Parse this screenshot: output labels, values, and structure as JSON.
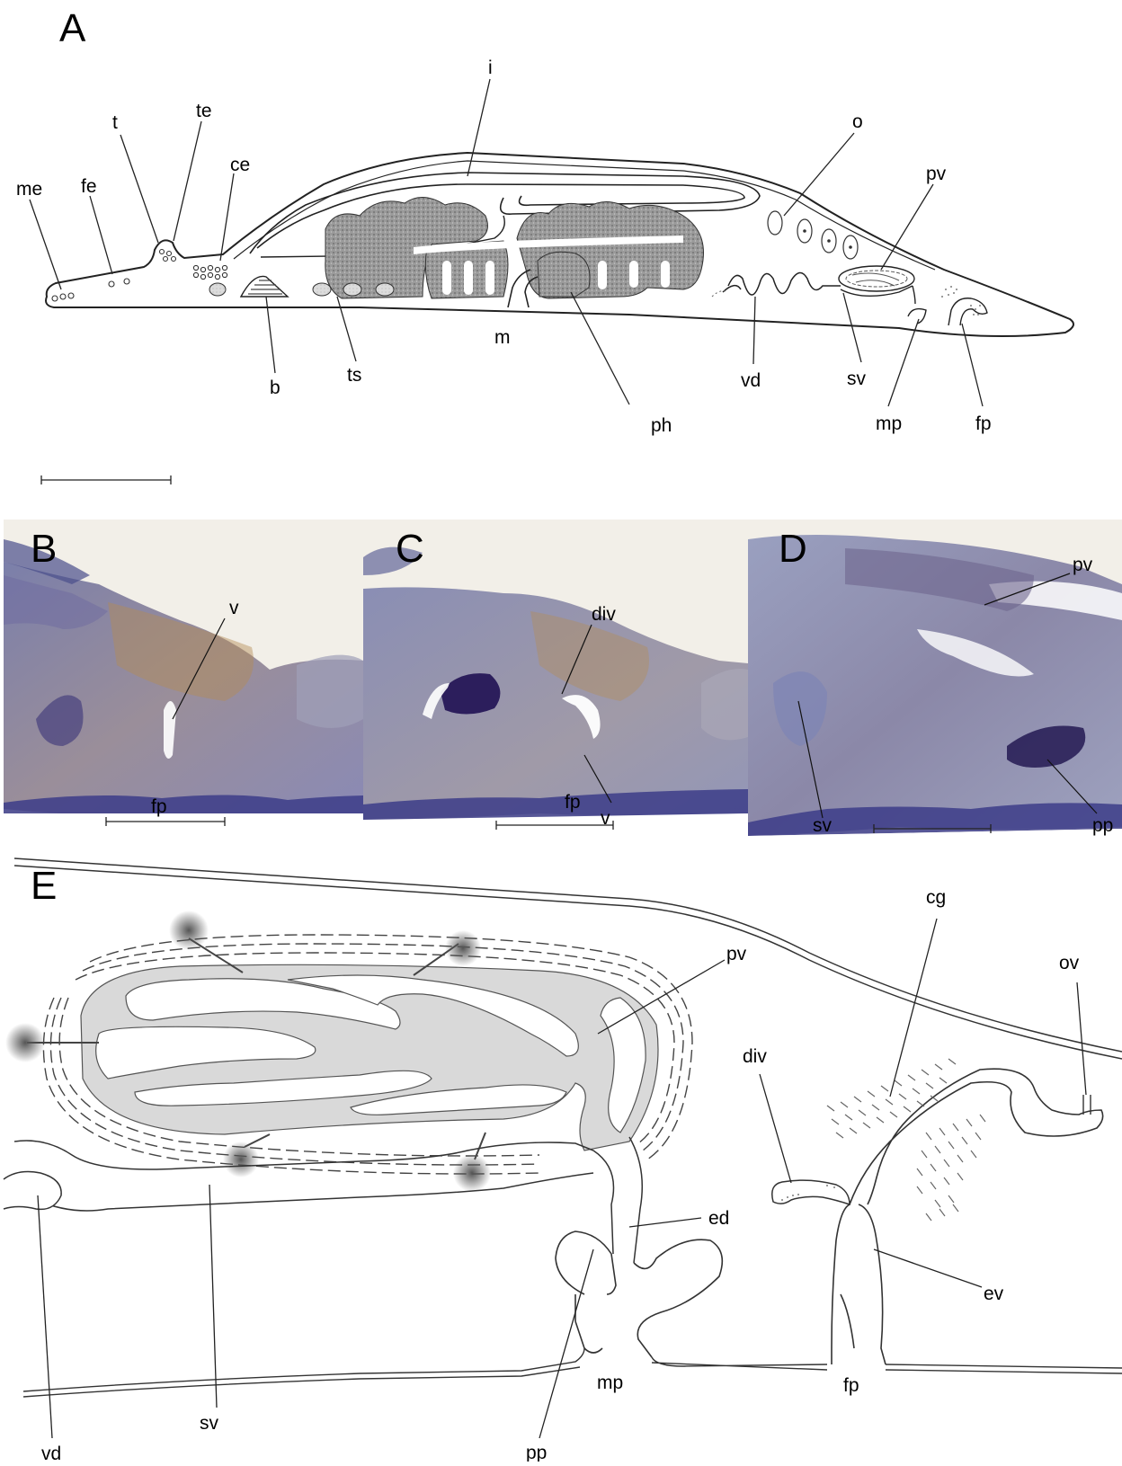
{
  "panel_a": {
    "letter": "A",
    "labels": {
      "me": "me",
      "fe": "fe",
      "t": "t",
      "te": "te",
      "ce": "ce",
      "i": "i",
      "o": "o",
      "pv": "pv",
      "b": "b",
      "ts": "ts",
      "m": "m",
      "ph": "ph",
      "vd": "vd",
      "sv": "sv",
      "mp": "mp",
      "fp": "fp"
    }
  },
  "panel_b": {
    "letter": "B",
    "labels": {
      "v": "v",
      "fp": "fp"
    }
  },
  "panel_c": {
    "letter": "C",
    "labels": {
      "div": "div",
      "fp": "fp",
      "v": "v"
    }
  },
  "panel_d": {
    "letter": "D",
    "labels": {
      "pv": "pv",
      "sv": "sv",
      "pp": "pp"
    }
  },
  "panel_e": {
    "letter": "E",
    "labels": {
      "cg": "cg",
      "ov": "ov",
      "pv": "pv",
      "div": "div",
      "ed": "ed",
      "ev": "ev",
      "vd": "vd",
      "sv": "sv",
      "mp": "mp",
      "fp": "fp",
      "pp": "pp"
    }
  },
  "colors": {
    "ink": "#222222",
    "stipple": "#8a8a8a",
    "tissue_fill": "#d8d8d8",
    "photo_background": "#f2efe8",
    "photo_stain": "#4a4e8c"
  }
}
